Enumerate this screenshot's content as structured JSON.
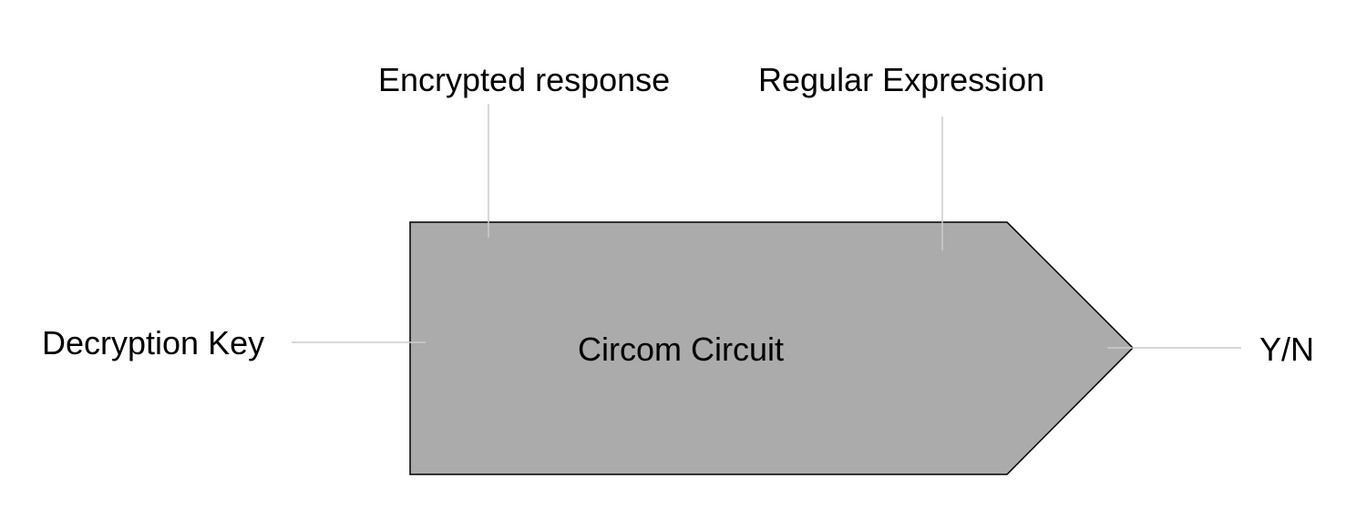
{
  "diagram": {
    "block": {
      "label": "Circom Circuit",
      "fill": "#ababab",
      "stroke": "#000000"
    },
    "connector_color": "#cccccc",
    "inputs": [
      {
        "id": "encrypted-response",
        "label": "Encrypted response"
      },
      {
        "id": "regular-expression",
        "label": "Regular Expression"
      },
      {
        "id": "decryption-key",
        "label": "Decryption Key"
      }
    ],
    "output": {
      "id": "yn-output",
      "label": "Y/N"
    }
  }
}
